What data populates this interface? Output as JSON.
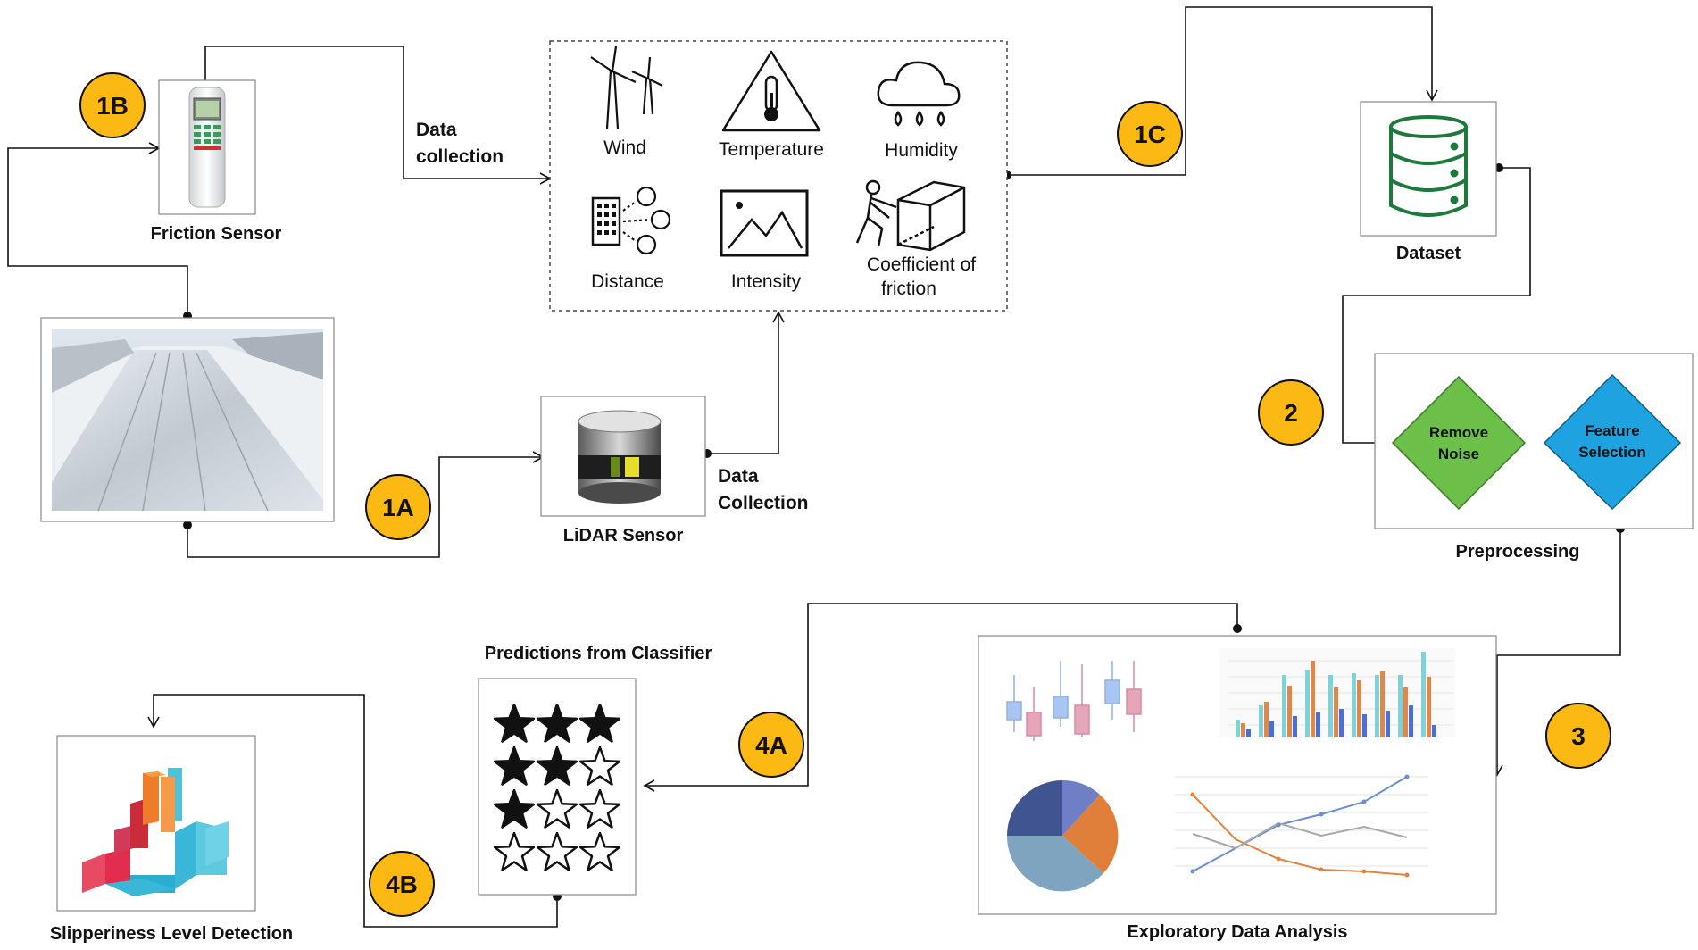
{
  "badges": {
    "b1A": "1A",
    "b1B": "1B",
    "b1C": "1C",
    "b2": "2",
    "b3": "3",
    "b4A": "4A",
    "b4B": "4B"
  },
  "labels": {
    "friction_sensor": "Friction Sensor",
    "lidar_sensor": "LiDAR Sensor",
    "dataset": "Dataset",
    "preprocessing": "Preprocessing",
    "eda": "Exploratory Data Analysis",
    "predictions": "Predictions from Classifier",
    "slipperiness": "Slipperiness Level Detection",
    "data_collection_top_1": "Data",
    "data_collection_top_2": "collection",
    "data_collection_bottom_1": "Data",
    "data_collection_bottom_2": "Collection"
  },
  "features": {
    "wind": "Wind",
    "temperature": "Temperature",
    "humidity": "Humidity",
    "distance": "Distance",
    "intensity": "Intensity",
    "coef_1": "Coefficient of",
    "coef_2": "friction"
  },
  "preprocess": {
    "remove_1": "Remove",
    "remove_2": "Noise",
    "feature_1": "Feature",
    "feature_2": "Selection"
  },
  "colors": {
    "badge": "#FDB913",
    "remove_noise": "#6CC04A",
    "feature_selection": "#1FA3E0",
    "dataset_icon": "#1E7A3C"
  },
  "ratings": [
    3,
    2,
    1,
    0
  ]
}
